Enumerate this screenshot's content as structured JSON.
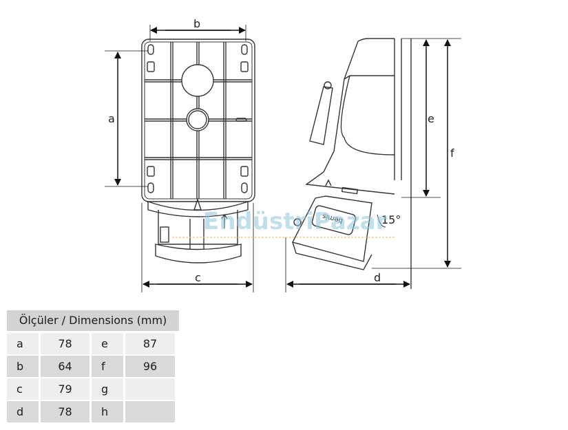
{
  "diagram": {
    "front_view_labels": {
      "a": "a",
      "b": "b",
      "c": "c"
    },
    "side_view_labels": {
      "d": "d",
      "e": "e",
      "f": "f"
    },
    "angle_label": "15°",
    "brand_on_socket": "bemis",
    "watermark": "EndüstriPazar"
  },
  "table": {
    "title": "Ölçüler / Dimensions (mm)",
    "rows": [
      {
        "k1": "a",
        "v1": "78",
        "k2": "e",
        "v2": "87"
      },
      {
        "k1": "b",
        "v1": "64",
        "k2": "f",
        "v2": "96"
      },
      {
        "k1": "c",
        "v1": "79",
        "k2": "g",
        "v2": ""
      },
      {
        "k1": "d",
        "v1": "78",
        "k2": "h",
        "v2": ""
      }
    ]
  }
}
